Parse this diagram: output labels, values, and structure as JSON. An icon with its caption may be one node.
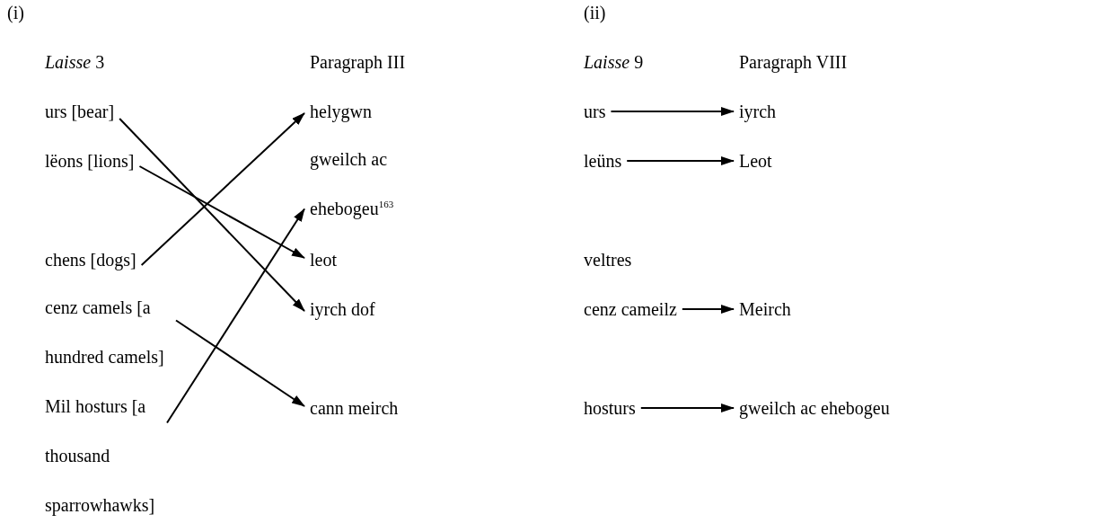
{
  "diagram": {
    "nodes": [
      {
        "text": [
          "urs [bear]"
        ]
      },
      {
        "text": [
          "lëons [lions]"
        ]
      },
      {
        "text": [
          "chens [dogs]"
        ]
      },
      {
        "text": [
          "cenz camels [a hundred camels]"
        ]
      },
      {
        "text": [
          "Mil hosturs [a thousand sparrowhawks]"
        ]
      },
      {
        "text": [
          "helygwn"
        ]
      },
      {
        "text": [
          "gweilch ac ehebogeu$^{163}$"
        ]
      },
      {
        "text": [
          "leot"
        ]
      },
      {
        "text": [
          "iyrch dof"
        ]
      },
      {
        "text": [
          "cann meirch"
        ]
      },
      {
        "text": [
          "urs"
        ]
      },
      {
        "text": [
          "iyrch"
        ]
      },
      {
        "text": [
          "leüns"
        ]
      },
      {
        "text": [
          "Leot"
        ]
      },
      {
        "text": [
          "veltres"
        ]
      },
      {
        "text": [
          "cenz cameilz"
        ]
      },
      {
        "text": [
          "Meirch"
        ]
      },
      {
        "text": [
          "hosturs"
        ]
      },
      {
        "text": [
          "gweilch ac ehebogeu"
        ]
      }
    ],
    "edges": [
      {
        "from": 0,
        "to": 8,
        "arrow": "to"
      },
      {
        "from": 1,
        "to": 7,
        "arrow": "to"
      },
      {
        "from": 2,
        "to": 5,
        "arrow": "to"
      },
      {
        "from": 3,
        "to": 9,
        "arrow": "to"
      },
      {
        "from": 4,
        "to": 6,
        "arrow": "to"
      },
      {
        "from": 10,
        "to": 11,
        "arrow": "to"
      },
      {
        "from": 12,
        "to": 13,
        "arrow": "to"
      },
      {
        "from": 15,
        "to": 16,
        "arrow": "to"
      },
      {
        "from": 17,
        "to": 18,
        "arrow": "to"
      }
    ],
    "labels": [
      "(i)",
      "(ii)",
      "*Laisse* 3",
      "Paragraph III",
      "*Laisse* 9",
      "Paragraph VIII"
    ]
  }
}
